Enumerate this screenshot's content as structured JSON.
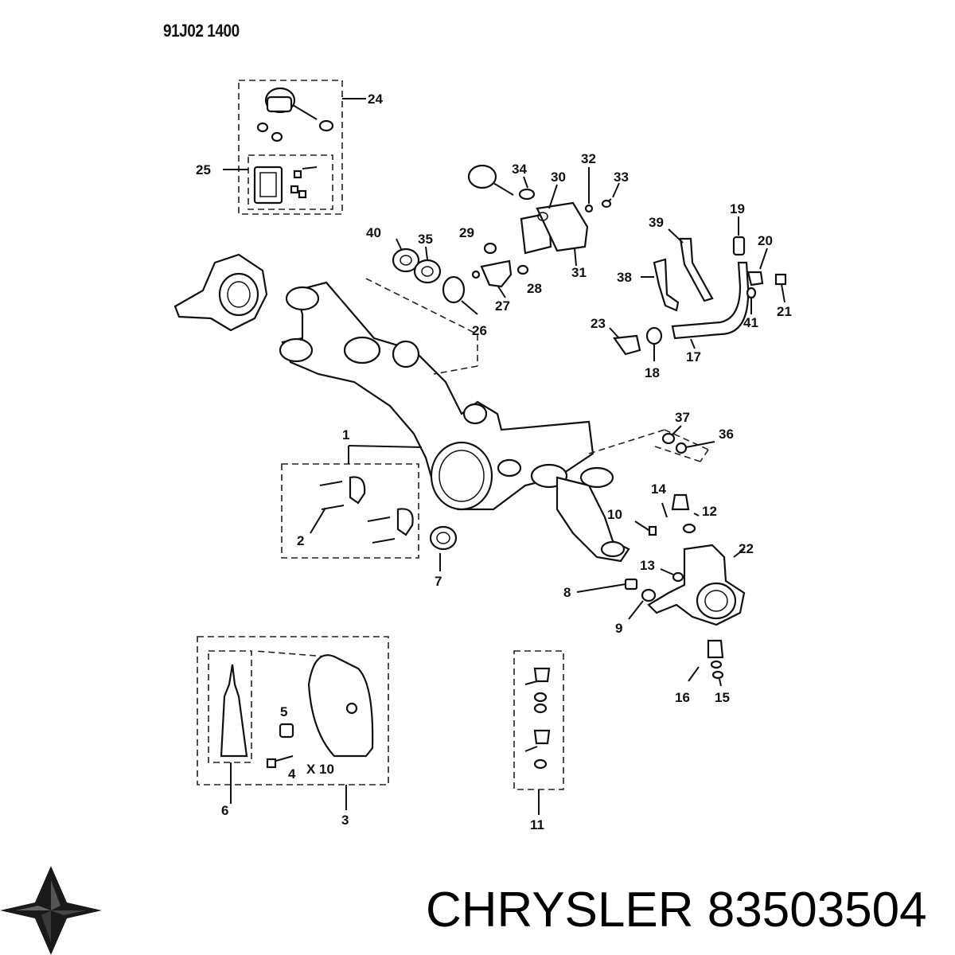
{
  "diagram_code": "91J02 1400",
  "brand": {
    "name": "CHRYSLER",
    "part_number": "83503504"
  },
  "labels": {
    "l1": "1",
    "l2": "2",
    "l3": "3",
    "l4": "4",
    "l5": "5",
    "l6": "6",
    "l7": "7",
    "l8": "8",
    "l9": "9",
    "l10": "10",
    "l11": "11",
    "l12": "12",
    "l13": "13",
    "l14": "14",
    "l15": "15",
    "l16": "16",
    "l17": "17",
    "l18": "18",
    "l19": "19",
    "l20": "20",
    "l21": "21",
    "l22": "22",
    "l23": "23",
    "l24": "24",
    "l25": "25",
    "l26": "26",
    "l27": "27",
    "l28": "28",
    "l29": "29",
    "l30": "30",
    "l31": "31",
    "l32": "32",
    "l33": "33",
    "l34": "34",
    "l35": "35",
    "l36": "36",
    "l37": "37",
    "l38": "38",
    "l39": "39",
    "l40": "40",
    "l41": "41"
  },
  "quantity_note": "X 10",
  "icons": {
    "logo": "chrysler-pentastar-icon"
  },
  "colors": {
    "ink": "#111111",
    "background": "#ffffff"
  }
}
